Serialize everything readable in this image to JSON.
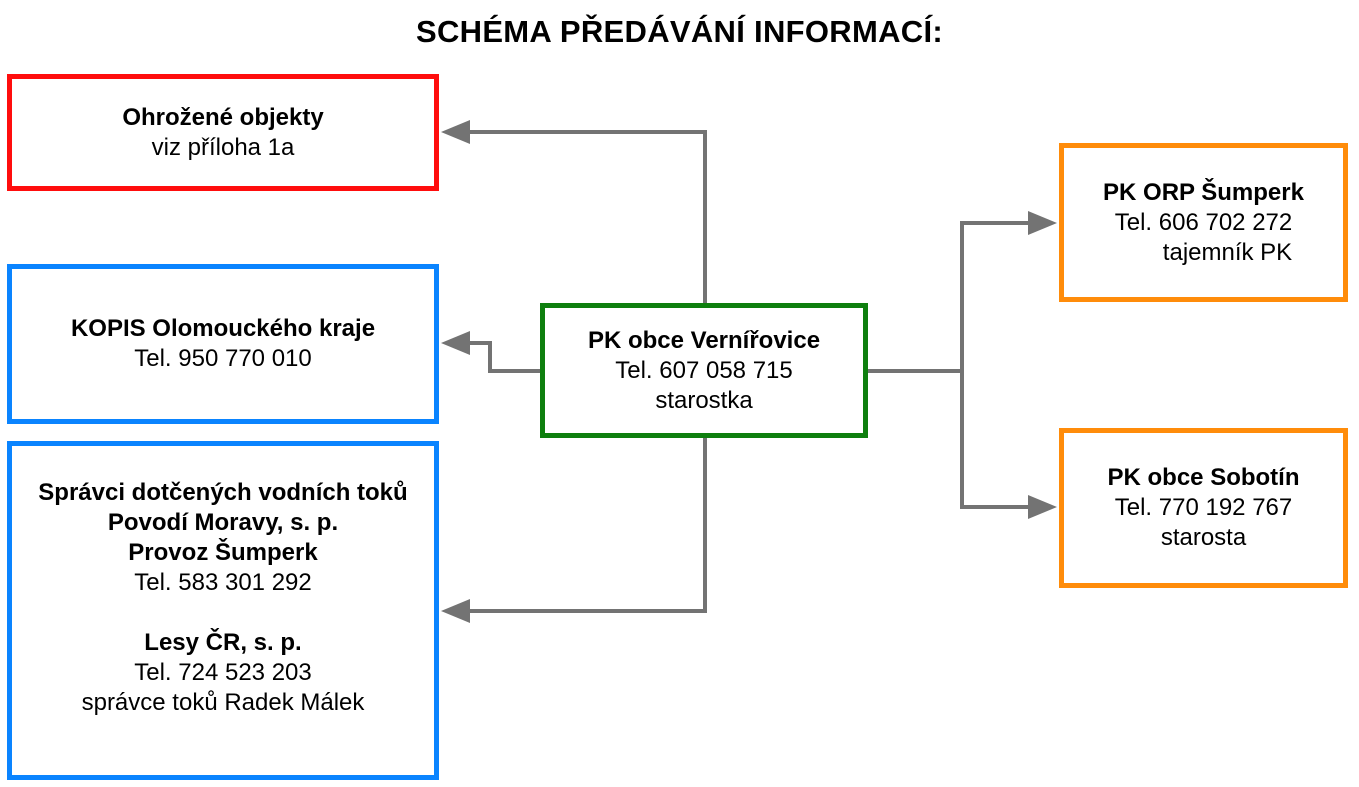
{
  "title": "SCHÉMA PŘEDÁVÁNÍ INFORMACÍ:",
  "colors": {
    "red": "#ff0d0d",
    "blue": "#0a84ff",
    "green": "#0e7f0e",
    "orange": "#ff8c0a",
    "arrow": "#737373"
  },
  "nodes": {
    "ohrozene": {
      "name": "Ohrožené objekty",
      "line2": "viz příloha 1a"
    },
    "kopis": {
      "name": "KOPIS Olomouckého kraje",
      "phone": "Tel. 950 770 010"
    },
    "spravci": {
      "line1": "Správci dotčených vodních toků",
      "line2": "Povodí Moravy, s. p.",
      "line3": "Provoz Šumperk",
      "phone1": "Tel. 583 301 292",
      "line4": "Lesy ČR, s. p.",
      "phone2": "Tel. 724 523 203",
      "line5": "správce toků Radek Málek"
    },
    "center": {
      "name": "PK obce Vernířovice",
      "phone": "Tel. 607 058 715",
      "role": "starostka"
    },
    "orp": {
      "name": "PK ORP Šumperk",
      "phone": "Tel. 606 702 272",
      "role": "tajemník PK"
    },
    "sobotin": {
      "name": "PK obce Sobotín",
      "phone": "Tel. 770 192 767",
      "role": "starosta"
    }
  }
}
